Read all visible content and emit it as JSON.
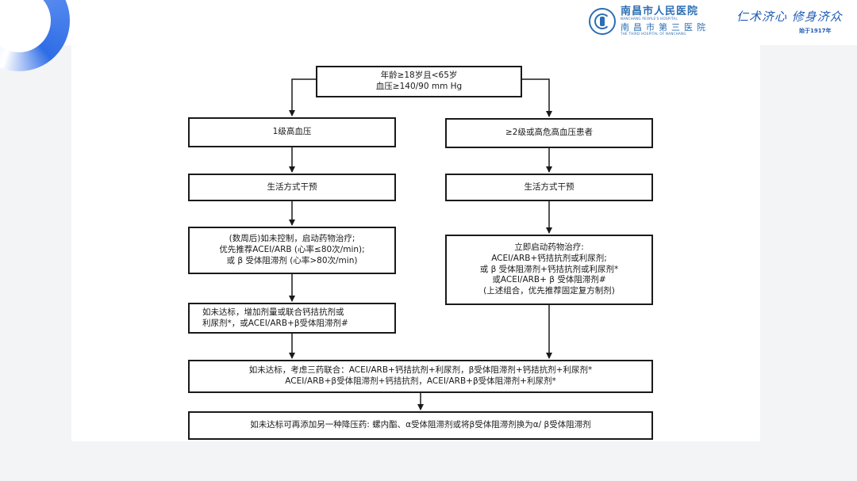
{
  "header": {
    "hospital_name": "南昌市人民医院",
    "hospital_name_en": "NANCHANG PEOPLE'S HOSPITAL",
    "hospital_alt_name": "南昌市第三医院",
    "hospital_alt_name_en": "THE THIRD HOSPITAL OF NANCHANG",
    "motto": "仁术济心 修身济众",
    "since": "始于1917年"
  },
  "flowchart": {
    "nodes": [
      {
        "id": "criteria",
        "lines": [
          "年龄≥18岁且<65岁",
          "血压≥140/90 mm Hg"
        ]
      },
      {
        "id": "grade1",
        "lines": [
          "1级高血压"
        ]
      },
      {
        "id": "grade2",
        "lines": [
          "≥2级或高危高血压患者"
        ]
      },
      {
        "id": "lifestyle-left",
        "lines": [
          "生活方式干预"
        ]
      },
      {
        "id": "lifestyle-right",
        "lines": [
          "生活方式干预"
        ]
      },
      {
        "id": "drug-left",
        "lines": [
          "(数周后)如未控制，启动药物治疗;",
          "优先推荐ACEI/ARB (心率≤80次/min);",
          "或 β 受体阻滞剂 (心率>80次/min)"
        ]
      },
      {
        "id": "drug-right",
        "lines": [
          "立即启动药物治疗:",
          "ACEI/ARB+钙拮抗剂或利尿剂;",
          "或 β 受体阻滞剂+钙拮抗剂或利尿剂*",
          "或ACEI/ARB+ β 受体阻滞剂#",
          "(上述组合，优先推荐固定复方制剂)"
        ]
      },
      {
        "id": "escalate-left",
        "lines": [
          "如未达标，增加剂量或联合钙拮抗剂或",
          "利尿剂*，或ACEI/ARB+β受体阻滞剂#"
        ]
      },
      {
        "id": "triple",
        "lines": [
          "如未达标，考虑三药联合：ACEI/ARB+钙拮抗剂+利尿剂，β受体阻滞剂+钙拮抗剂+利尿剂*",
          "ACEI/ARB+β受体阻滞剂+钙拮抗剂，ACEI/ARB+β受体阻滞剂+利尿剂*"
        ]
      },
      {
        "id": "final",
        "lines": [
          "如未达标可再添加另一种降压药: 螺内酯、α受体阻滞剂或将β受体阻滞剂换为α/ β受体阻滞剂"
        ]
      }
    ]
  }
}
